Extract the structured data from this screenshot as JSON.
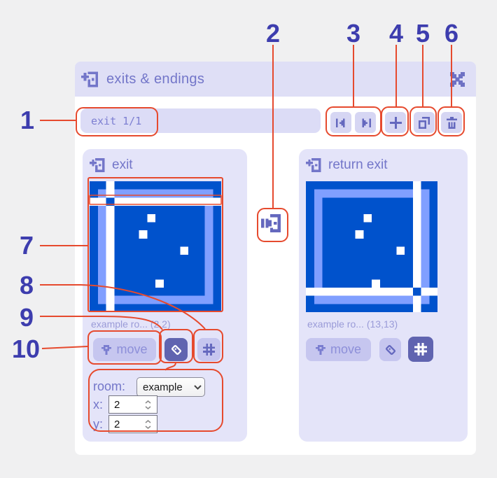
{
  "titlebar": {
    "title": "exits & endings"
  },
  "nav": {
    "name": "exit 1/1"
  },
  "panels": {
    "exit": {
      "title": "exit",
      "room_name": "example ro...",
      "coords": "(2,2)",
      "move_label": "move",
      "form": {
        "room_label": "room:",
        "room_value": "example",
        "x_label": "x:",
        "x_value": "2",
        "y_label": "y:",
        "y_value": "2"
      }
    },
    "return_exit": {
      "title": "return exit",
      "room_name": "example ro...",
      "coords": "(13,13)",
      "move_label": "move"
    }
  },
  "annotations": {
    "numbers": [
      "1",
      "2",
      "3",
      "4",
      "5",
      "6",
      "7",
      "8",
      "9",
      "10"
    ]
  },
  "icons": {
    "titlebar": "exit-door-icon",
    "close": "close-x-icon",
    "toolbar": [
      "previous-exit-icon",
      "next-exit-icon",
      "add-exit-icon",
      "duplicate-exit-icon",
      "delete-exit-icon"
    ],
    "panel_buttons": [
      "move-pin-icon",
      "tag-icon",
      "grid-icon"
    ],
    "middle": "swap-exit-direction-icon"
  },
  "colors": {
    "page_bg": "#f0f0f1",
    "window_bg": "#ffffff",
    "titlebar_bg": "#dfdff6",
    "panel_bg": "#e4e4f9",
    "button_bg": "#c6c6ef",
    "button_active_bg": "#6064b0",
    "accent_purple": "#7376c9",
    "annotation_red": "#e64a2e",
    "annotation_number": "#3d3dae"
  },
  "thumbnails": {
    "palette": [
      "#0052cc",
      "#809fff",
      "#ffffff"
    ],
    "dots": [
      [
        7,
        4
      ],
      [
        6,
        6
      ],
      [
        11,
        8
      ],
      [
        8,
        12
      ]
    ],
    "exit": {
      "marker": [
        2,
        2
      ]
    },
    "return_exit": {
      "marker": [
        13,
        13
      ]
    }
  }
}
